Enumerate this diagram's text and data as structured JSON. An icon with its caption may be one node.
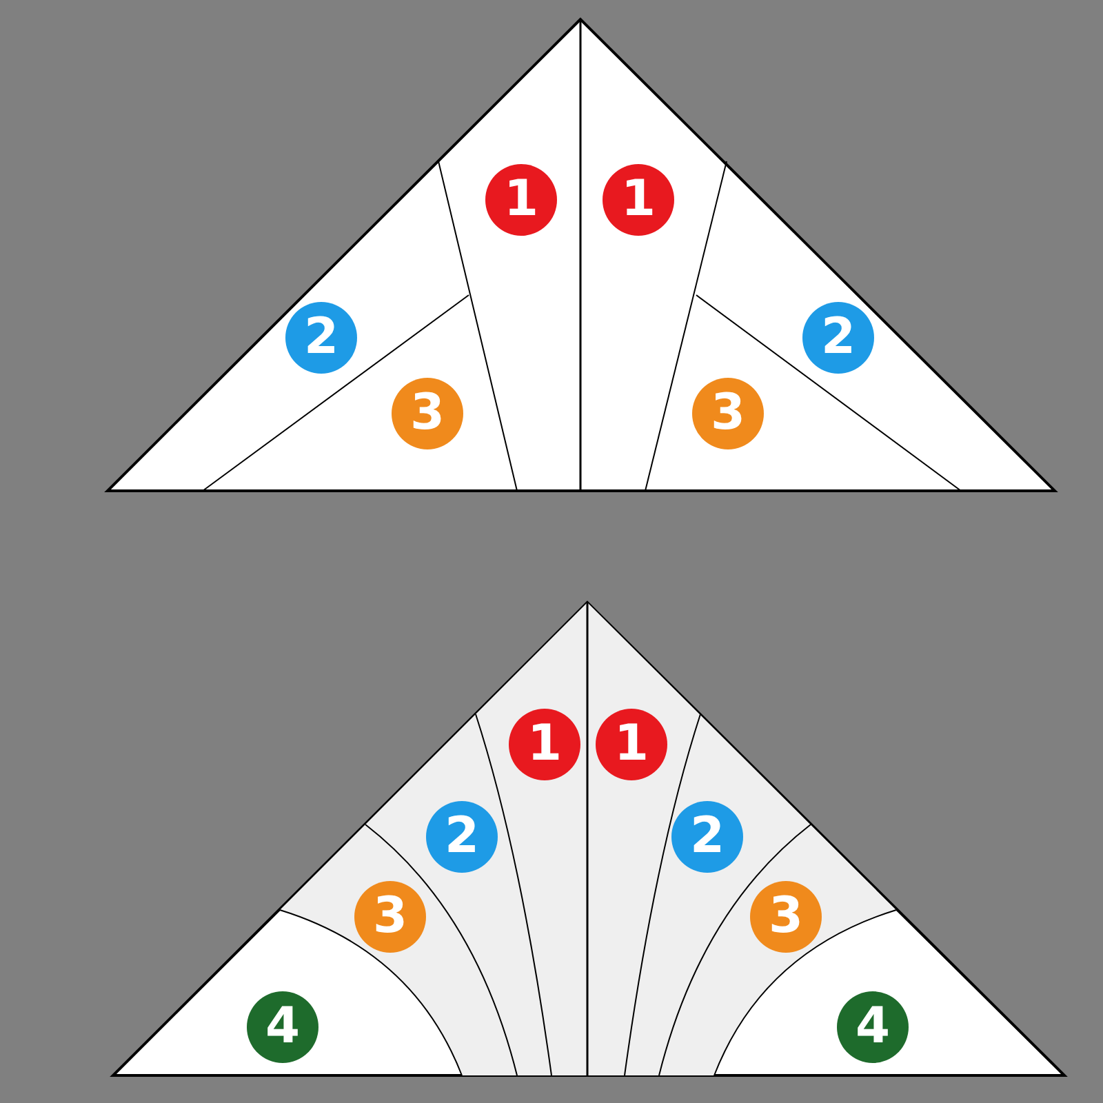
{
  "diagram": {
    "nodes": [
      {
        "text": [
          "1"
        ]
      },
      {
        "text": [
          "1"
        ]
      },
      {
        "text": [
          "2"
        ]
      },
      {
        "text": [
          "2"
        ]
      },
      {
        "text": [
          "3"
        ]
      },
      {
        "text": [
          "3"
        ]
      },
      {
        "text": [
          "1"
        ]
      },
      {
        "text": [
          "1"
        ]
      },
      {
        "text": [
          "2"
        ]
      },
      {
        "text": [
          "2"
        ]
      },
      {
        "text": [
          "3"
        ]
      },
      {
        "text": [
          "3"
        ]
      },
      {
        "text": [
          "4"
        ]
      },
      {
        "text": [
          "4"
        ]
      }
    ]
  }
}
